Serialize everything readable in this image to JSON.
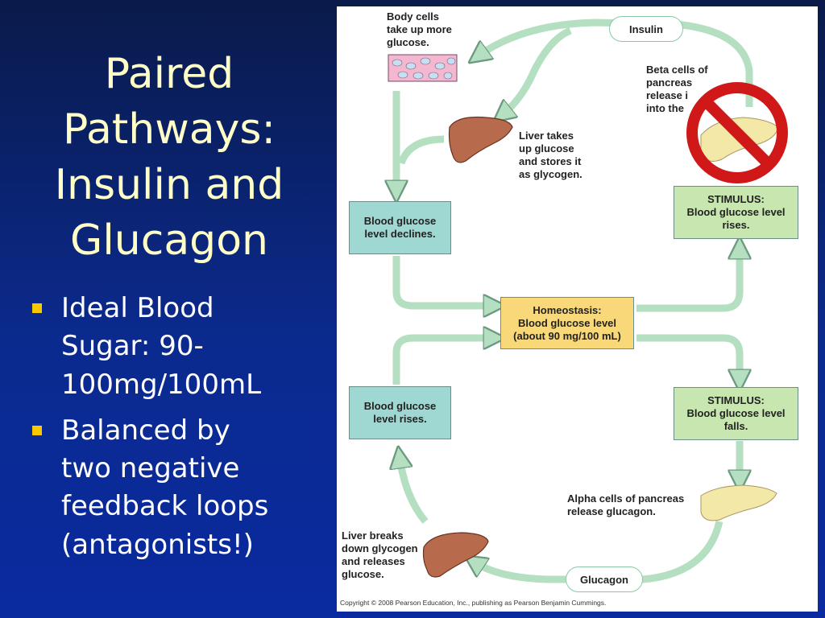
{
  "title": [
    "Paired",
    "Pathways:",
    "Insulin and",
    "Glucagon"
  ],
  "bullets": [
    [
      "Ideal Blood",
      "Sugar:  90-",
      "100mg/100mL"
    ],
    [
      "Balanced by",
      "two negative",
      "feedback loops",
      "(antagonists!)"
    ]
  ],
  "diagram": {
    "body_cells": [
      "Body cells",
      "take up more",
      "glucose."
    ],
    "insulin": "Insulin",
    "beta_cells": [
      "Beta cells of",
      "pancreas",
      "release i",
      "into the"
    ],
    "liver_takes": [
      "Liver takes",
      "up glucose",
      "and stores it",
      "as glycogen."
    ],
    "bg_declines": [
      "Blood glucose",
      "level declines."
    ],
    "stimulus_rises": [
      "STIMULUS:",
      "Blood glucose level",
      "rises."
    ],
    "homeostasis": [
      "Homeostasis:",
      "Blood glucose level",
      "(about 90 mg/100 mL)"
    ],
    "bg_rises": [
      "Blood glucose",
      "level rises."
    ],
    "stimulus_falls": [
      "STIMULUS:",
      "Blood glucose level",
      "falls."
    ],
    "alpha_cells": [
      "Alpha cells of pancreas",
      "release glucagon."
    ],
    "liver_breaks": [
      "Liver breaks",
      "down glycogen",
      "and releases",
      "glucose."
    ],
    "glucagon": "Glucagon",
    "copyright": "Copyright © 2008 Pearson Education, Inc., publishing as Pearson Benjamin Cummings."
  },
  "colors": {
    "arrow": "#b4dfc0",
    "box_blue": "#9fd8d2",
    "box_green": "#c8e6b0",
    "box_yellow": "#f8d878",
    "no_sign": "#d01818",
    "title": "#ffffc8",
    "bullet": "#f8c800"
  },
  "icons": [
    "body-cells-image",
    "liver-icon",
    "pancreas-icon",
    "no-symbol-icon"
  ]
}
